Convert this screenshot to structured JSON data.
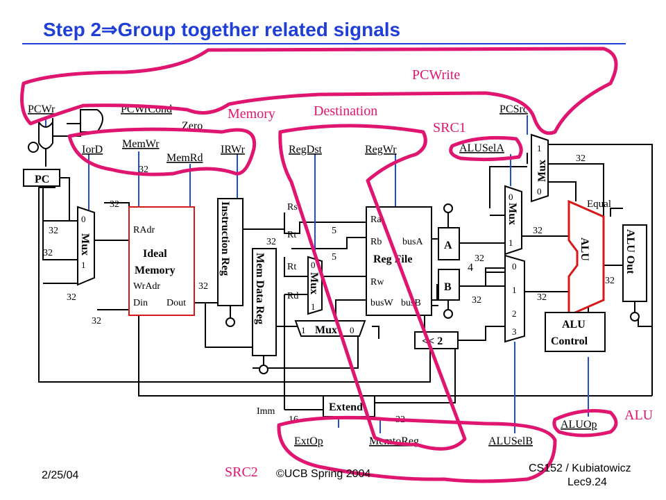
{
  "slide": {
    "title_prefix": "Step 2",
    "title_arrow": "⇒",
    "title_rest": "Group together related signals",
    "footer_date": "2/25/04",
    "footer_copyright": "©UCB Spring 2004",
    "footer_course": "CS152 / Kubiatowicz",
    "footer_lec": "Lec9.24"
  },
  "groups": {
    "pcwrite": "PCWrite",
    "memory": "Memory",
    "destination": "Destination",
    "src1": "SRC1",
    "src2": "SRC2",
    "alu": "ALU"
  },
  "signals": {
    "pcwr": "PCWr",
    "pcwrcond": "PCWrCond",
    "zero": "Zero",
    "pcsrc": "PCSrc",
    "iord": "IorD",
    "memwr": "MemWr",
    "memrd": "MemRd",
    "irwr": "IRWr",
    "regdst": "RegDst",
    "regwr": "RegWr",
    "alusela": "ALUSelA",
    "extop": "ExtOp",
    "memtoreg": "MemtoReg",
    "aluselb": "ALUSelB",
    "aluop": "ALUOp"
  },
  "blocks": {
    "pc": "PC",
    "mux": "Mux",
    "ideal_memory_1": "Ideal",
    "ideal_memory_2": "Memory",
    "radr": "RAdr",
    "wradr": "WrAdr",
    "din": "Din",
    "dout": "Dout",
    "instruction_reg": "Instruction Reg",
    "mem_data_reg": "Mem Data Reg",
    "rs": "Rs",
    "rt": "Rt",
    "rd": "Rd",
    "imm": "Imm",
    "ra": "Ra",
    "rb": "Rb",
    "rw": "Rw",
    "busa": "busA",
    "busw": "busW",
    "busb": "busB",
    "reg_file": "Reg File",
    "reg_a": "A",
    "reg_b": "B",
    "shift_left": "<< 2",
    "extend": "Extend",
    "alu": "ALU",
    "alu_out": "ALU Out",
    "alu_control_1": "ALU",
    "alu_control_2": "Control",
    "equal": "Equal"
  },
  "numbers": {
    "w32": "32",
    "w16": "16",
    "w5": "5",
    "four": "4",
    "s0": "0",
    "s1": "1",
    "s2": "2",
    "s3": "3"
  },
  "colors": {
    "title": "#1f3fd6",
    "highlight": "#e0156f",
    "wire": "#000000",
    "control_wire": "#1a4fd6",
    "memory_box": "#d81818"
  }
}
